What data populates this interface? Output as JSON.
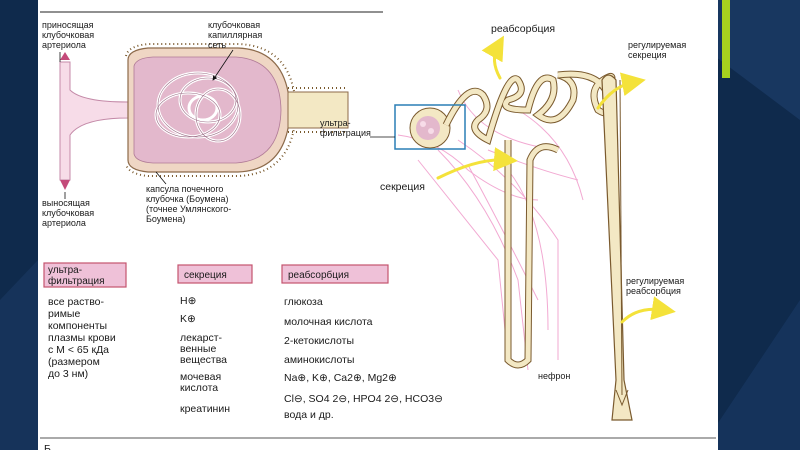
{
  "diagram": {
    "labels": {
      "afferent_arteriole": [
        "приносящая",
        "клубочковая",
        "артериола"
      ],
      "glomerular_network": [
        "клубочковая",
        "капиллярная",
        "сеть"
      ],
      "efferent_arteriole": [
        "выносящая",
        "клубочковая",
        "артериола"
      ],
      "capsule": [
        "капсула почечного",
        "клубочка (Боумена)",
        "(точнее Умлянского-",
        "Боумена)"
      ],
      "reabsorption": "реабсорбция",
      "regulated_secretion": [
        "регулируемая",
        "секреция"
      ],
      "ultrafiltration": [
        "ультра-",
        "фильтрация"
      ],
      "secretion": "секреция",
      "regulated_reabsorption": [
        "регулируемая",
        "реабсорбция"
      ],
      "nephron": "нефрон",
      "footer_partial": "Б"
    },
    "table": {
      "ultrafiltration": {
        "header": [
          "ультра-",
          "фильтрация"
        ],
        "items": [
          "все раство-",
          "римые",
          "компоненты",
          "плазмы крови",
          "с М < 65 кДа",
          "(размером",
          "до 3 нм)"
        ]
      },
      "secretion": {
        "header": "секреция",
        "items": [
          "H⊕",
          "K⊕",
          "лекарст-",
          "венные",
          "вещества",
          "мочевая",
          "кислота",
          "креатинин"
        ]
      },
      "reabsorption": {
        "header": "реабсорбция",
        "items": [
          "глюкоза",
          "молочная кислота",
          "2-кетокислоты",
          "аминокислоты",
          "Na⊕, K⊕, Ca2⊕, Mg2⊕",
          "Cl⊖, SO4 2⊖, HPO4 2⊖, HCO3⊖",
          "вода и др."
        ]
      }
    },
    "colors": {
      "slide_bg": "#ffffff",
      "outer_bg": "#0f2a4c",
      "accent": "#a7d21e",
      "tubule_fill": "#f3e8c4",
      "capsule_fill": "#e7c9b8",
      "vessel_pink": "#f2a9d2",
      "arrow_yellow": "#f4e23a",
      "header_pink": "#efc1d8",
      "box_blue": "#2a7fb5"
    }
  }
}
